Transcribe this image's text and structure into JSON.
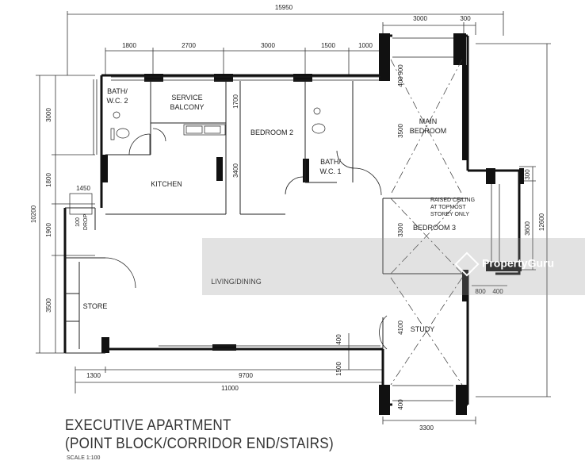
{
  "title": {
    "line1": "EXECUTIVE APARTMENT",
    "line2": "(POINT BLOCK/CORRIDOR END/STAIRS)",
    "scale": "SCALE  1:100"
  },
  "rooms": {
    "bath_wc2": [
      "BATH/",
      "W.C. 2"
    ],
    "service_balcony": [
      "SERVICE",
      "BALCONY"
    ],
    "bedroom2": "BEDROOM 2",
    "bath_wc1": [
      "BATH/",
      "W.C. 1"
    ],
    "main_bedroom": [
      "MAIN",
      "BEDROOM"
    ],
    "kitchen": "KITCHEN",
    "bedroom3": "BEDROOM 3",
    "raised_ceiling": [
      "RAISED CEILING",
      "AT TOPMOST",
      "STOREY ONLY"
    ],
    "living_dining": "LIVING/DINING",
    "store": "STORE",
    "study": "STUDY",
    "refuse_drop": "DROP"
  },
  "dimensions": {
    "top_overall": "15950",
    "top_right_3000": "3000",
    "top_right_300": "300",
    "top_row": [
      "1800",
      "2700",
      "3000",
      "1500",
      "1000"
    ],
    "left_outer": "10200",
    "left_inner": [
      "3000",
      "1800",
      "1900",
      "3500"
    ],
    "d1450": "1450",
    "d1700": "1700",
    "d3400": "3400",
    "d3500_main": "3500",
    "d900": "900",
    "d400_top": "400",
    "d3300_bed3": "3300",
    "d4100": "4100",
    "d400_mid": "400",
    "d1500_right": "1500",
    "d400_bot": "400",
    "right_300": "300",
    "right_3600": "3600",
    "right_12600": "12600",
    "right_800": "800",
    "right_400": "400",
    "bottom_1300": "1300",
    "bottom_9700": "9700",
    "bottom_11000": "11000",
    "bottom_3300": "3300",
    "d100": "100"
  },
  "watermark": {
    "text": "PropertyGuru",
    "color": "#ffffff"
  }
}
